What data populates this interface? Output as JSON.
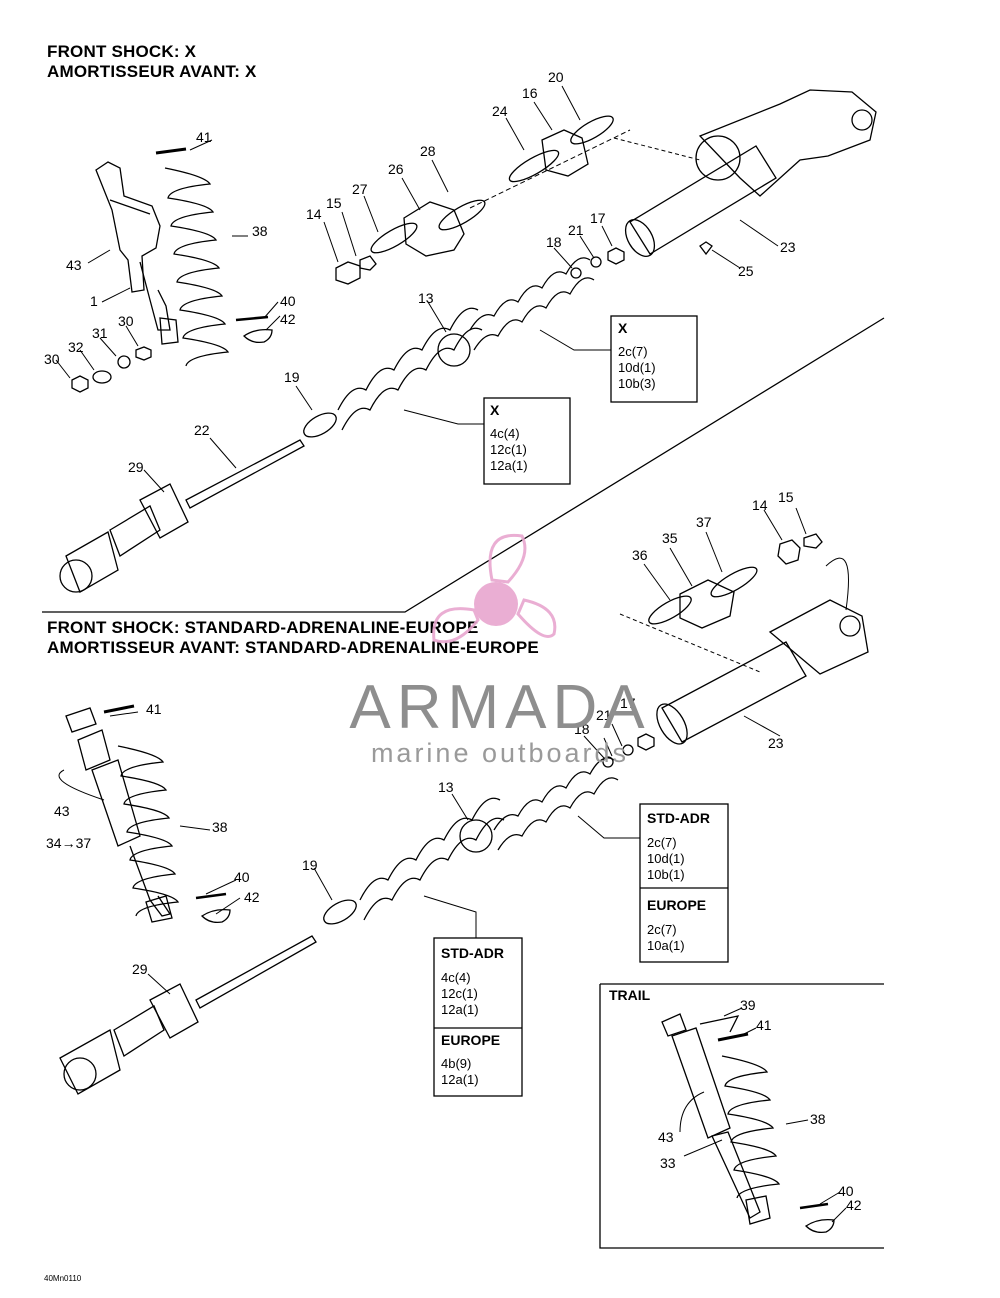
{
  "titles": {
    "top_en": "FRONT SHOCK:  X",
    "top_fr": "AMORTISSEUR AVANT:  X",
    "bottom_en": "FRONT SHOCK:  STANDARD-ADRENALINE-EUROPE",
    "bottom_fr": "AMORTISSEUR AVANT:  STANDARD-ADRENALINE-EUROPE"
  },
  "watermark": {
    "brand": "ARMADA",
    "subtitle": "marine outboards",
    "colors": {
      "logo": "#e8a6cf",
      "text": "#8e8e8e"
    }
  },
  "reference_code": "40Mn0110",
  "callouts": {
    "top": [
      "41",
      "43",
      "1",
      "38",
      "40",
      "42",
      "30",
      "32",
      "31",
      "30",
      "14",
      "15",
      "27",
      "26",
      "28",
      "24",
      "16",
      "20",
      "23",
      "25",
      "18",
      "21",
      "17",
      "13",
      "19",
      "22",
      "29"
    ],
    "bottom": [
      "41",
      "43",
      "34→37",
      "38",
      "40",
      "42",
      "14",
      "15",
      "37",
      "35",
      "36",
      "23",
      "21",
      "17",
      "18",
      "13",
      "19",
      "29"
    ],
    "trail": [
      "39",
      "41",
      "38",
      "43",
      "33",
      "40",
      "42"
    ]
  },
  "boxes": {
    "x_upper": {
      "head": "X",
      "lines": [
        "2c(7)",
        "10d(1)",
        "10b(3)"
      ]
    },
    "x_lower": {
      "head": "X",
      "lines": [
        "4c(4)",
        "12c(1)",
        "12a(1)"
      ]
    },
    "std_upper": {
      "head": "STD-ADR",
      "lines": [
        "2c(7)",
        "10d(1)",
        "10b(1)"
      ],
      "head2": "EUROPE",
      "lines2": [
        "2c(7)",
        "10a(1)"
      ]
    },
    "std_lower": {
      "head": "STD-ADR",
      "lines": [
        "4c(4)",
        "12c(1)",
        "12a(1)"
      ],
      "head2": "EUROPE",
      "lines2": [
        "4b(9)",
        "12a(1)"
      ]
    },
    "trail": {
      "head": "TRAIL"
    }
  }
}
